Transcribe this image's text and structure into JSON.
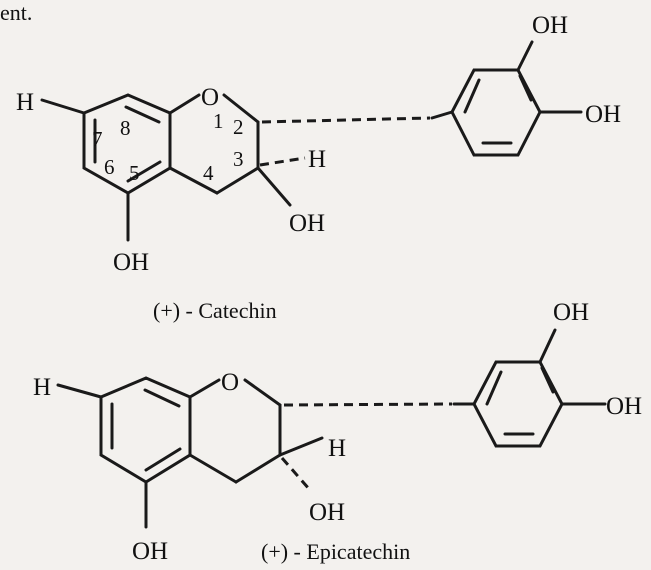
{
  "header_fragment": "ent.",
  "catechin": {
    "caption": "(+) - Catechin",
    "atoms": {
      "h_left": "H",
      "o_ring": "O",
      "h_c3": "H",
      "oh_c3": "OH",
      "oh_c5": "OH",
      "oh_meta": "OH",
      "oh_para": "OH"
    },
    "numbers": {
      "n1": "1",
      "n2": "2",
      "n3": "3",
      "n4": "4",
      "n5": "5",
      "n6": "6",
      "n7": "7",
      "n8": "8"
    }
  },
  "epicatechin": {
    "caption": "(+) - Epicatechin",
    "atoms": {
      "h_left": "H",
      "o_ring": "O",
      "h_c3": "H",
      "oh_c3": "OH",
      "oh_c5": "OH",
      "oh_meta": "OH",
      "oh_para": "OH"
    }
  }
}
